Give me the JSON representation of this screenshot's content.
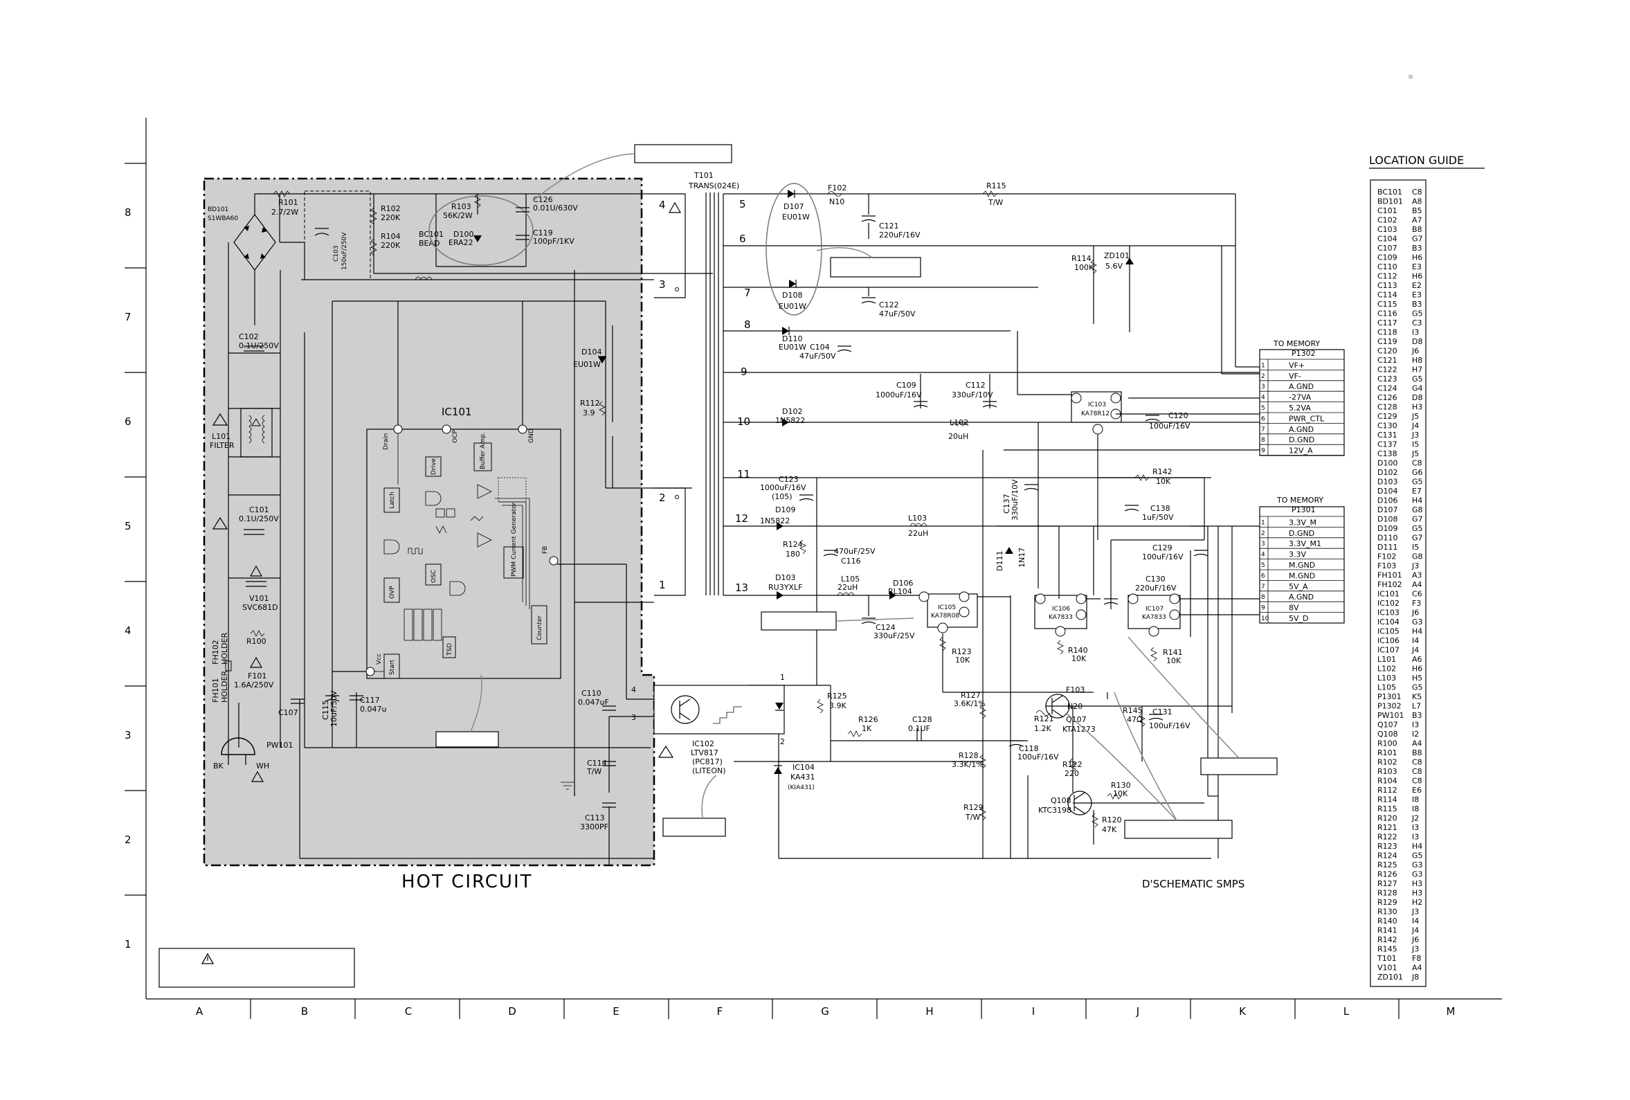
{
  "title": "D'SCHEMATIC SMPS",
  "hot_circuit_label": "HOT CIRCUIT",
  "location_guide": {
    "title": "LOCATION GUIDE",
    "entries": [
      [
        "BC101",
        "C8"
      ],
      [
        "BD101",
        "A8"
      ],
      [
        "C101",
        "B5"
      ],
      [
        "C102",
        "A7"
      ],
      [
        "C103",
        "B8"
      ],
      [
        "C104",
        "G7"
      ],
      [
        "C107",
        "B3"
      ],
      [
        "C109",
        "H6"
      ],
      [
        "C110",
        "E3"
      ],
      [
        "C112",
        "H6"
      ],
      [
        "C113",
        "E2"
      ],
      [
        "C114",
        "E3"
      ],
      [
        "C115",
        "B3"
      ],
      [
        "C116",
        "G5"
      ],
      [
        "C117",
        "C3"
      ],
      [
        "C118",
        "I3"
      ],
      [
        "C119",
        "D8"
      ],
      [
        "C120",
        "J6"
      ],
      [
        "C121",
        "H8"
      ],
      [
        "C122",
        "H7"
      ],
      [
        "C123",
        "G5"
      ],
      [
        "C124",
        "G4"
      ],
      [
        "C126",
        "D8"
      ],
      [
        "C128",
        "H3"
      ],
      [
        "C129",
        "J5"
      ],
      [
        "C130",
        "J4"
      ],
      [
        "C131",
        "J3"
      ],
      [
        "C137",
        "I5"
      ],
      [
        "C138",
        "J5"
      ],
      [
        "D100",
        "C8"
      ],
      [
        "D102",
        "G6"
      ],
      [
        "D103",
        "G5"
      ],
      [
        "D104",
        "E7"
      ],
      [
        "D106",
        "H4"
      ],
      [
        "D107",
        "G8"
      ],
      [
        "D108",
        "G7"
      ],
      [
        "D109",
        "G5"
      ],
      [
        "D110",
        "G7"
      ],
      [
        "D111",
        "I5"
      ],
      [
        "F102",
        "G8"
      ],
      [
        "F103",
        "J3"
      ],
      [
        "FH101",
        "A3"
      ],
      [
        "FH102",
        "A4"
      ],
      [
        "IC101",
        "C6"
      ],
      [
        "IC102",
        "F3"
      ],
      [
        "IC103",
        "J6"
      ],
      [
        "IC104",
        "G3"
      ],
      [
        "IC105",
        "H4"
      ],
      [
        "IC106",
        "I4"
      ],
      [
        "IC107",
        "J4"
      ],
      [
        "L101",
        "A6"
      ],
      [
        "L102",
        "H6"
      ],
      [
        "L103",
        "H5"
      ],
      [
        "L105",
        "G5"
      ],
      [
        "P1301",
        "K5"
      ],
      [
        "P1302",
        "L7"
      ],
      [
        "PW101",
        "B3"
      ],
      [
        "Q107",
        "I3"
      ],
      [
        "Q108",
        "I2"
      ],
      [
        "R100",
        "A4"
      ],
      [
        "R101",
        "B8"
      ],
      [
        "R102",
        "C8"
      ],
      [
        "R103",
        "C8"
      ],
      [
        "R104",
        "C8"
      ],
      [
        "R112",
        "E6"
      ],
      [
        "R114",
        "I8"
      ],
      [
        "R115",
        "I8"
      ],
      [
        "R120",
        "J2"
      ],
      [
        "R121",
        "I3"
      ],
      [
        "R122",
        "I3"
      ],
      [
        "R123",
        "H4"
      ],
      [
        "R124",
        "G5"
      ],
      [
        "R125",
        "G3"
      ],
      [
        "R126",
        "G3"
      ],
      [
        "R127",
        "H3"
      ],
      [
        "R128",
        "H3"
      ],
      [
        "R129",
        "H2"
      ],
      [
        "R130",
        "J3"
      ],
      [
        "R140",
        "I4"
      ],
      [
        "R141",
        "J4"
      ],
      [
        "R142",
        "J6"
      ],
      [
        "R145",
        "J3"
      ],
      [
        "T101",
        "F8"
      ],
      [
        "V101",
        "A4"
      ],
      [
        "ZD101",
        "J8"
      ]
    ]
  },
  "column_labels": [
    "A",
    "B",
    "C",
    "D",
    "E",
    "F",
    "G",
    "H",
    "I",
    "J",
    "K",
    "L",
    "M"
  ],
  "row_labels": [
    "8",
    "7",
    "6",
    "5",
    "4",
    "3",
    "2",
    "1"
  ],
  "connectors": {
    "p1302": {
      "header": "TO MEMORY",
      "name": "P1302",
      "pins": [
        [
          "1",
          "VF+"
        ],
        [
          "2",
          "VF-"
        ],
        [
          "3",
          "A.GND"
        ],
        [
          "4",
          "-27VA"
        ],
        [
          "5",
          "5.2VA"
        ],
        [
          "6",
          "PWR_CTL"
        ],
        [
          "7",
          "A.GND"
        ],
        [
          "8",
          "D.GND"
        ],
        [
          "9",
          "12V_A"
        ]
      ]
    },
    "p1301": {
      "header": "TO MEMORY",
      "name": "P1301",
      "pins": [
        [
          "1",
          "3.3V_M"
        ],
        [
          "2",
          "D.GND"
        ],
        [
          "3",
          "3.3V_M1"
        ],
        [
          "4",
          "3.3V"
        ],
        [
          "5",
          "M.GND"
        ],
        [
          "6",
          "M.GND"
        ],
        [
          "7",
          "5V_A"
        ],
        [
          "8",
          "A.GND"
        ],
        [
          "9",
          "8V"
        ],
        [
          "10",
          "5V_D"
        ]
      ]
    }
  },
  "transformer": {
    "name": "T101",
    "part": "TRANS(024E)",
    "primary_pins": [
      "4",
      "3",
      "2",
      "1"
    ],
    "secondary_pins": [
      "5",
      "6",
      "7",
      "8",
      "9",
      "10",
      "11",
      "12",
      "13"
    ]
  },
  "ic101": {
    "name": "IC101",
    "pins": [
      "Drain",
      "OCP",
      "GND",
      "Vcc",
      "FB"
    ],
    "blocks": [
      "Latch",
      "OVP",
      "Start",
      "OSC",
      "Drive",
      "Buffer Amp.",
      "Counter",
      "TSD",
      "PWM Current Generator"
    ]
  },
  "components": {
    "bd101": [
      "BD101",
      "S1WBA60"
    ],
    "r101": [
      "R101",
      "2.7/2W"
    ],
    "c103": [
      "C103",
      "150uF/250V"
    ],
    "r102": [
      "R102",
      "220K"
    ],
    "r104": [
      "R104",
      "220K"
    ],
    "bc101": [
      "BC101",
      "BEAD"
    ],
    "r103": [
      "R103",
      "56K/2W"
    ],
    "c126": [
      "C126",
      "0.01U/630V"
    ],
    "d100": [
      "D100",
      "ERA22"
    ],
    "c119": [
      "C119",
      "100pF/1KV"
    ],
    "c102": [
      "C102",
      "0.1U/250V"
    ],
    "l101": [
      "L101",
      "FILTER"
    ],
    "c101": [
      "C101",
      "0.1U/250V"
    ],
    "v101": [
      "V101",
      "SVC681D"
    ],
    "r100": [
      "R100"
    ],
    "f101": [
      "F101",
      "1.6A/250V"
    ],
    "fh": [
      "FH101",
      "HOLDER",
      "FH102",
      "HOLDER"
    ],
    "pw101": [
      "PW101",
      "BK",
      "WH"
    ],
    "c107": [
      "C107"
    ],
    "c115": [
      "C115",
      "10uF/50V"
    ],
    "c117": [
      "C117",
      "0.047u"
    ],
    "d104": [
      "D104",
      "EU01W"
    ],
    "r112": [
      "R112",
      "3.9"
    ],
    "c110": [
      "C110",
      "0.047uF"
    ],
    "c114": [
      "C114",
      "T/W"
    ],
    "c113": [
      "C113",
      "3300PF"
    ],
    "ic102": [
      "IC102",
      "LTV817",
      "(PC817)",
      "(LITEON)"
    ],
    "d107": [
      "D107",
      "EU01W"
    ],
    "f102": [
      "F102",
      "N10"
    ],
    "c121": [
      "C121",
      "220uF/16V"
    ],
    "r115": [
      "R115",
      "T/W"
    ],
    "r114": [
      "R114",
      "100K"
    ],
    "zd101": [
      "ZD101",
      "5.6V"
    ],
    "d108": [
      "D108",
      "EU01W"
    ],
    "c122": [
      "C122",
      "47uF/50V"
    ],
    "d110": [
      "D110",
      "EU01W"
    ],
    "c104": [
      "C104",
      "47uF/50V"
    ],
    "c109": [
      "C109",
      "1000uF/16V"
    ],
    "c112": [
      "C112",
      "330uF/10V"
    ],
    "ic103": [
      "IC103",
      "KA78R12"
    ],
    "c120": [
      "C120",
      "100uF/16V"
    ],
    "d102": [
      "D102",
      "1N5822"
    ],
    "l102": [
      "L102",
      "20uH"
    ],
    "r142": [
      "R142",
      "10K"
    ],
    "c138": [
      "C138",
      "1uF/50V"
    ],
    "c123": [
      "C123",
      "1000uF/16V",
      "(105)"
    ],
    "c137": [
      "C137",
      "330uF/10V"
    ],
    "d109": [
      "D109",
      "1N5822"
    ],
    "l103": [
      "L103",
      "22uH"
    ],
    "r124": [
      "R124",
      "180"
    ],
    "c116": [
      "470uF/25V",
      "C116"
    ],
    "d111": [
      "D111",
      "1N17"
    ],
    "c129": [
      "C129",
      "100uF/16V"
    ],
    "d103": [
      "D103",
      "RU3YXLF"
    ],
    "l105": [
      "L105",
      "22uH"
    ],
    "d106": [
      "D106",
      "RL104"
    ],
    "ic105": [
      "IC105",
      "KA78R08"
    ],
    "ic106": [
      "IC106",
      "KA7833"
    ],
    "c130": [
      "C130",
      "220uF/16V"
    ],
    "ic107": [
      "IC107",
      "KA7833"
    ],
    "c124": [
      "C124",
      "330uF/25V"
    ],
    "r123": [
      "R123",
      "10K"
    ],
    "r140": [
      "R140",
      "10K"
    ],
    "r141": [
      "R141",
      "10K"
    ],
    "r125": [
      "R125",
      "3.9K"
    ],
    "r126": [
      "R126",
      "1K"
    ],
    "c128": [
      "C128",
      "0.1UF"
    ],
    "r127": [
      "R127",
      "3.6K/1%"
    ],
    "f103": [
      "F103",
      "N20"
    ],
    "r121": [
      "R121",
      "1.2K"
    ],
    "q107": [
      "Q107",
      "KTA1273"
    ],
    "r145": [
      "R145",
      "47Ω"
    ],
    "c131": [
      "C131",
      "100uF/16V"
    ],
    "ic104": [
      "IC104",
      "KA431",
      "(KIA431)"
    ],
    "r128": [
      "R128",
      "3.3K/1%"
    ],
    "c118": [
      "C118",
      "100uF/16V"
    ],
    "r122": [
      "R122",
      "220"
    ],
    "r130": [
      "R130",
      "10K"
    ],
    "q108": [
      "Q108",
      "KTC3198"
    ],
    "r120": [
      "R120",
      "47K"
    ],
    "r129": [
      "R129",
      "T/W"
    ]
  },
  "colors": {
    "hot_fill": "#cfcfcf",
    "line": "#000000",
    "arrow": "#888888"
  }
}
